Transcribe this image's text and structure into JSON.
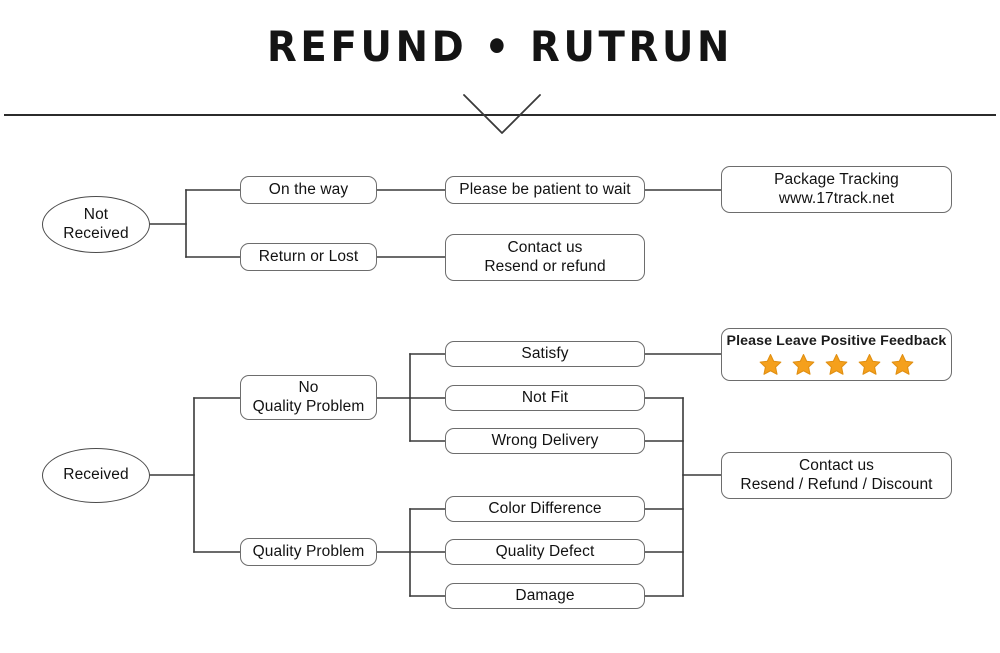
{
  "header": {
    "title": "REFUND • RUTRUN",
    "chevron_icon": "chevron-down-icon",
    "divider": "horizontal-rule"
  },
  "colors": {
    "star": "#F5A01C",
    "star_outline": "#E08F12",
    "box_border": "#6d6d6d",
    "ellipse_border": "#4c4c4c",
    "wire": "#3a3a3a",
    "text": "#121212",
    "background": "#ffffff"
  },
  "sections": [
    {
      "id": "not-received",
      "root": {
        "label_line1": "Not",
        "label_line2": "Received"
      },
      "branches": [
        {
          "id": "on-the-way",
          "label": "On the way",
          "next": {
            "id": "please-wait",
            "label": "Please be patient to wait"
          },
          "final": {
            "id": "package-tracking",
            "label_line1": "Package Tracking",
            "label_line2": "www.17track.net"
          }
        },
        {
          "id": "return-or-lost",
          "label": "Return or Lost",
          "next": {
            "id": "contact-us-resend-refund",
            "label_line1": "Contact us",
            "label_line2": "Resend or refund"
          }
        }
      ]
    },
    {
      "id": "received",
      "root": {
        "label": "Received"
      },
      "branches": [
        {
          "id": "no-quality-problem",
          "label_line1": "No",
          "label_line2": "Quality Problem",
          "reasons": [
            {
              "id": "satisfy",
              "label": "Satisfy"
            },
            {
              "id": "not-fit",
              "label": "Not Fit"
            },
            {
              "id": "wrong-delivery",
              "label": "Wrong Delivery"
            }
          ]
        },
        {
          "id": "quality-problem",
          "label": "Quality Problem",
          "reasons": [
            {
              "id": "color-difference",
              "label": "Color Difference"
            },
            {
              "id": "quality-defect",
              "label": "Quality Defect"
            },
            {
              "id": "damage",
              "label": "Damage"
            }
          ]
        }
      ],
      "outcomes": [
        {
          "id": "positive-feedback",
          "caption": "Please Leave Positive Feedback",
          "star_count": 5,
          "star_icon": "star-icon"
        },
        {
          "id": "contact-us-resend-refund-discount",
          "label_line1": "Contact us",
          "label_line2": "Resend / Refund / Discount"
        }
      ]
    }
  ]
}
